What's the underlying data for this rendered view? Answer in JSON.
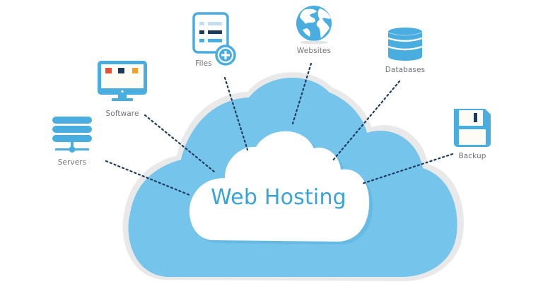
{
  "title": "Web Hosting",
  "colors": {
    "cloud_outer": "#74c4ec",
    "cloud_border": "#e8e8e8",
    "cloud_inner": "#ffffff",
    "icon_blue": "#49addf",
    "navy": "#1b3a5c",
    "red": "#e8503a",
    "orange": "#f4a029",
    "connector": "#1f3d5a",
    "label_text": "#6e7278",
    "title_text": "#3aa3d6"
  },
  "nodes": [
    {
      "id": "servers",
      "label": "Servers",
      "icon": "server-stack-icon"
    },
    {
      "id": "software",
      "label": "Software",
      "icon": "desktop-monitor-icon"
    },
    {
      "id": "files",
      "label": "Files",
      "icon": "file-add-icon"
    },
    {
      "id": "websites",
      "label": "Websites",
      "icon": "globe-icon"
    },
    {
      "id": "databases",
      "label": "Databases",
      "icon": "database-icon"
    },
    {
      "id": "backup",
      "label": "Backup",
      "icon": "floppy-disk-icon"
    }
  ]
}
